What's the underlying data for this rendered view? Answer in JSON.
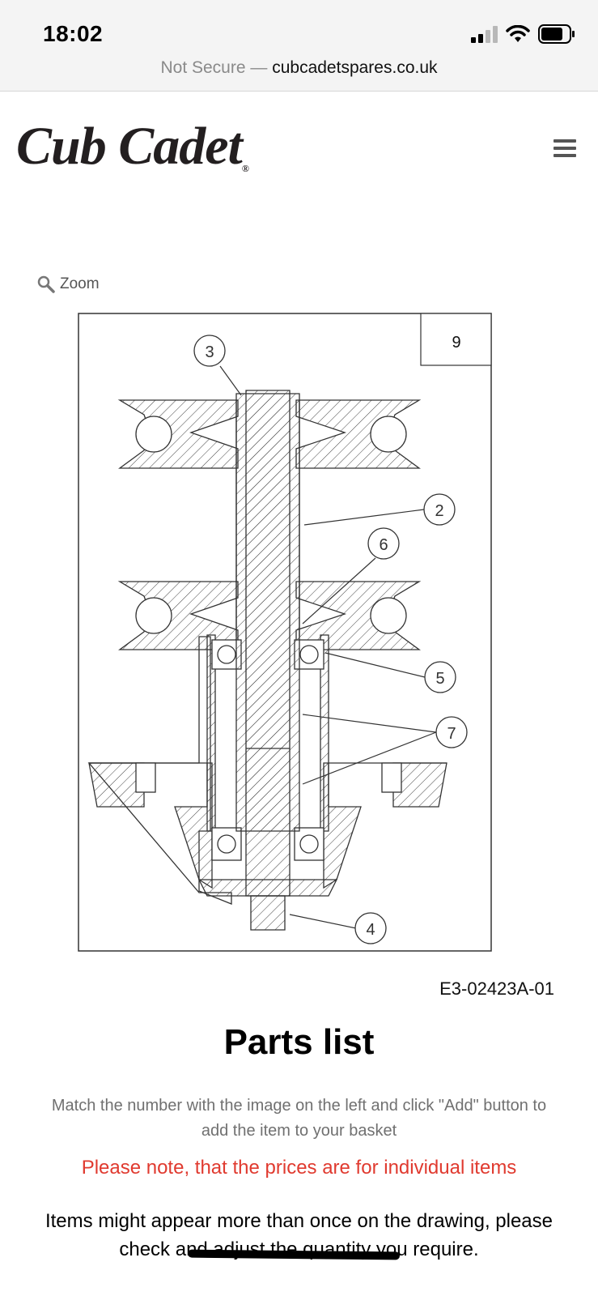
{
  "status_bar": {
    "time": "18:02",
    "icons": [
      "signal-icon",
      "wifi-icon",
      "battery-icon"
    ]
  },
  "address_bar": {
    "security": "Not Secure",
    "separator": " — ",
    "domain": "cubcadetspares.co.uk"
  },
  "header": {
    "logo_text": "Cub Cadet",
    "menu_icon": "hamburger-menu-icon"
  },
  "zoom": {
    "label": "Zoom",
    "icon": "magnifier-icon"
  },
  "diagram": {
    "page_number": "9",
    "callouts": [
      "3",
      "2",
      "6",
      "5",
      "7",
      "4"
    ],
    "code": "E3-02423A-01"
  },
  "parts": {
    "title": "Parts list",
    "instructions": "Match the number with the image on the left and click \"Add\" button to add the item to your basket",
    "price_note": "Please note, that the prices are for individual items",
    "items_note": "Items might appear more than once on the drawing, please check and adjust the quantity you require."
  },
  "colors": {
    "notice_red": "#e03a2f",
    "text_gray": "#707070",
    "status_bg": "#f4f4f4"
  }
}
